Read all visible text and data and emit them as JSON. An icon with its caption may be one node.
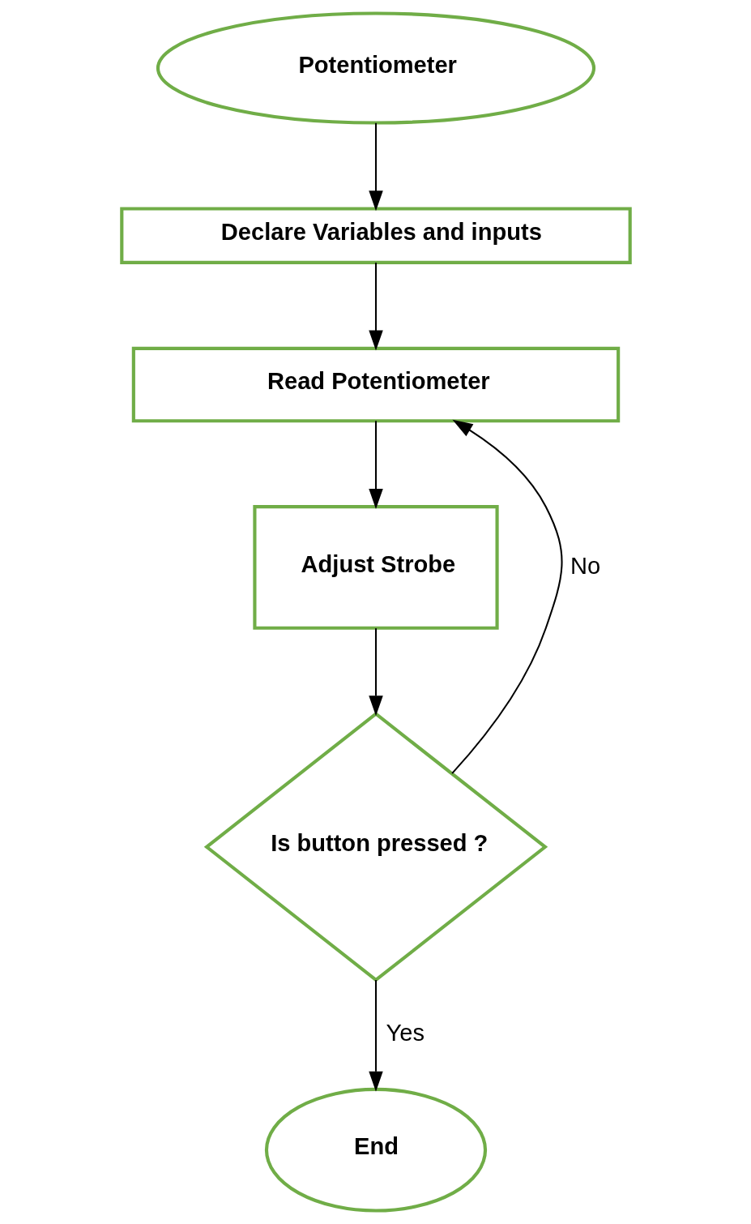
{
  "diagram": {
    "nodes": [
      {
        "text": [
          "Potentiometer"
        ]
      },
      {
        "text": [
          "Declare Variables and inputs"
        ]
      },
      {
        "text": [
          "Read Potentiometer"
        ]
      },
      {
        "text": [
          "Adjust Strobe"
        ]
      },
      {
        "text": [
          "Is button pressed ?"
        ]
      },
      {
        "text": [
          "End"
        ]
      }
    ],
    "edges": [
      {
        "from": 0,
        "to": 1,
        "arrow": "to"
      },
      {
        "from": 1,
        "to": 2,
        "arrow": "to"
      },
      {
        "from": 2,
        "to": 3,
        "arrow": "to"
      },
      {
        "from": 3,
        "to": 4,
        "arrow": "to"
      },
      {
        "from": 4,
        "to": 2,
        "arrow": "to",
        "label": "No"
      },
      {
        "from": 4,
        "to": 5,
        "arrow": "to",
        "label": "Yes"
      }
    ]
  }
}
